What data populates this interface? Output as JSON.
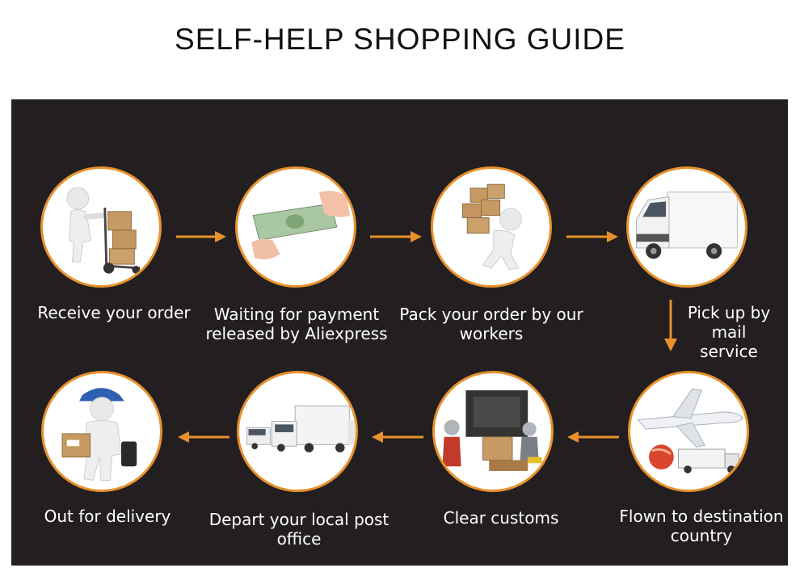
{
  "title": "SELF-HELP SHOPPING GUIDE",
  "colors": {
    "panel": "#231f20",
    "accent": "#e8912c",
    "text": "#ffffff"
  },
  "steps": [
    {
      "label": "Receive your order",
      "icon": "figure-with-hand-truck-icon"
    },
    {
      "label": "Waiting for payment released by Aliexpress",
      "icon": "cash-handover-icon"
    },
    {
      "label": "Pack your order by our workers",
      "icon": "figure-carrying-boxes-icon"
    },
    {
      "label": "Pick up by mail service",
      "icon": "delivery-van-icon"
    },
    {
      "label": "Flown to destination country",
      "icon": "airplane-cargo-icon"
    },
    {
      "label": "Clear customs",
      "icon": "customs-robots-icon"
    },
    {
      "label": "Depart your local post office",
      "icon": "trucks-fleet-icon"
    },
    {
      "label": "Out for delivery",
      "icon": "courier-figure-icon"
    }
  ]
}
